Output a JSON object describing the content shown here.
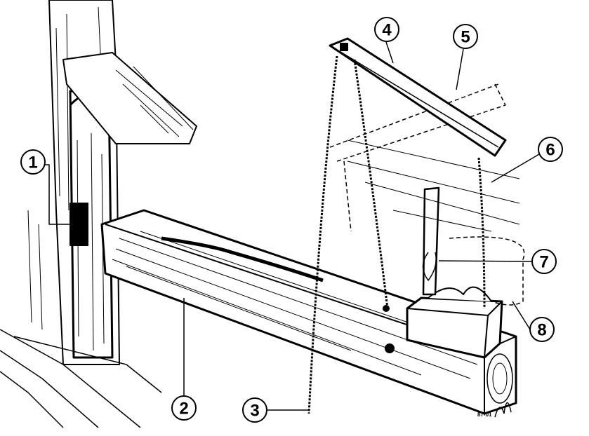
{
  "figure": {
    "callouts": [
      {
        "label": "1"
      },
      {
        "label": "2"
      },
      {
        "label": "3"
      },
      {
        "label": "4"
      },
      {
        "label": "5"
      },
      {
        "label": "6"
      },
      {
        "label": "7"
      },
      {
        "label": "8"
      }
    ],
    "signature_code": "87-01"
  },
  "colors": {
    "ink": "#000000",
    "paper": "#ffffff"
  }
}
